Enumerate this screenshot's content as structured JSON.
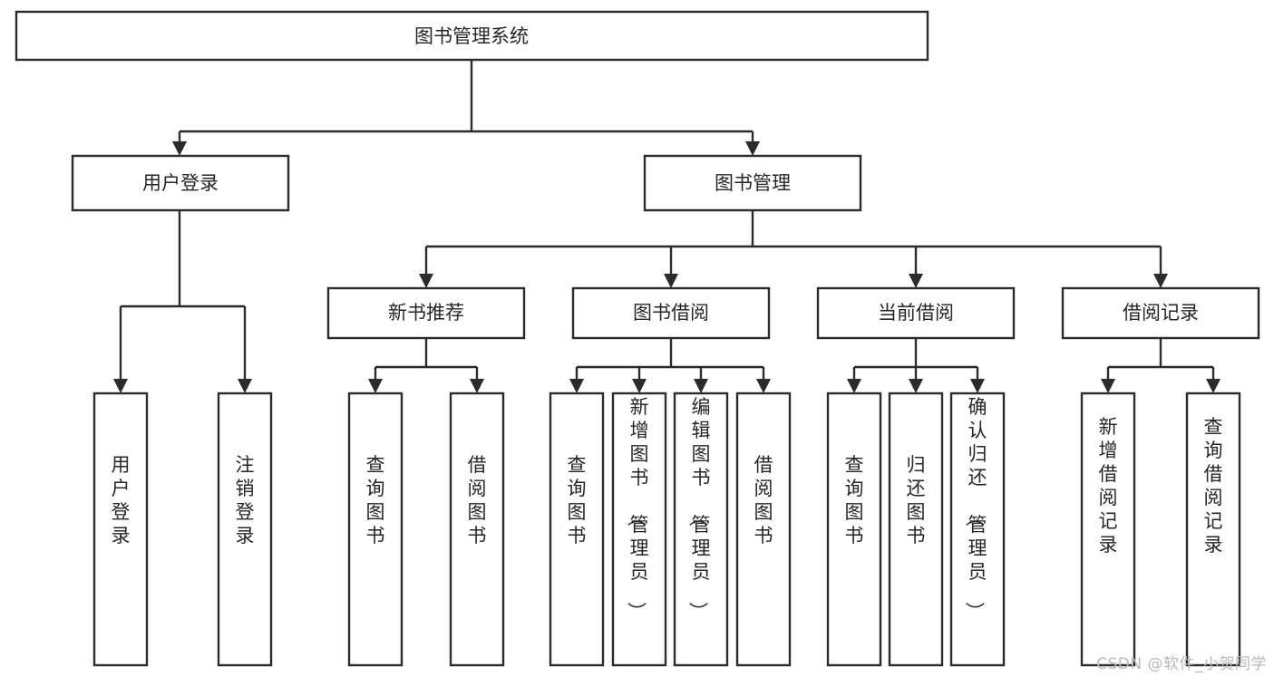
{
  "diagram": {
    "title": "图书管理系统",
    "type": "tree-hierarchy-diagram",
    "watermark": "CSDN @软件_小贺同学",
    "colors": {
      "background": "#ffffff",
      "box_stroke": "#2b2b2b",
      "box_fill": "#ffffff",
      "text": "#262626",
      "watermark": "#b9b9b9"
    },
    "levels": {
      "root": "图书管理系统",
      "level2": [
        "用户登录",
        "图书管理"
      ],
      "level3": [
        "新书推荐",
        "图书借阅",
        "当前借阅",
        "借阅记录"
      ],
      "leaves": [
        "用户登录",
        "注销登录",
        "查询图书",
        "借阅图书",
        "查询图书",
        "新增图书（管理员）",
        "编辑图书（管理员）",
        "借阅图书",
        "查询图书",
        "归还图书",
        "确认归还（管理员）",
        "新增借阅记录",
        "查询借阅记录"
      ]
    },
    "nodes": {
      "root": {
        "label": "图书管理系统"
      },
      "user_login": {
        "label": "用户登录"
      },
      "book_manage": {
        "label": "图书管理"
      },
      "new_book_rec": {
        "label": "新书推荐"
      },
      "book_borrow": {
        "label": "图书借阅"
      },
      "current_borrow": {
        "label": "当前借阅"
      },
      "borrow_record": {
        "label": "借阅记录"
      },
      "leaf_user_login": {
        "label": "用户登录"
      },
      "leaf_logout": {
        "label": "注销登录"
      },
      "leaf_query_book_1": {
        "label": "查询图书"
      },
      "leaf_borrow_book_1": {
        "label": "借阅图书"
      },
      "leaf_query_book_2": {
        "label": "查询图书"
      },
      "leaf_add_book": {
        "label": "新增图书（管理员）"
      },
      "leaf_edit_book": {
        "label": "编辑图书（管理员）"
      },
      "leaf_borrow_book_2": {
        "label": "借阅图书"
      },
      "leaf_query_book_3": {
        "label": "查询图书"
      },
      "leaf_return_book": {
        "label": "归还图书"
      },
      "leaf_confirm_return": {
        "label": "确认归还（管理员）"
      },
      "leaf_add_record": {
        "label": "新增借阅记录"
      },
      "leaf_query_record": {
        "label": "查询借阅记录"
      }
    }
  }
}
